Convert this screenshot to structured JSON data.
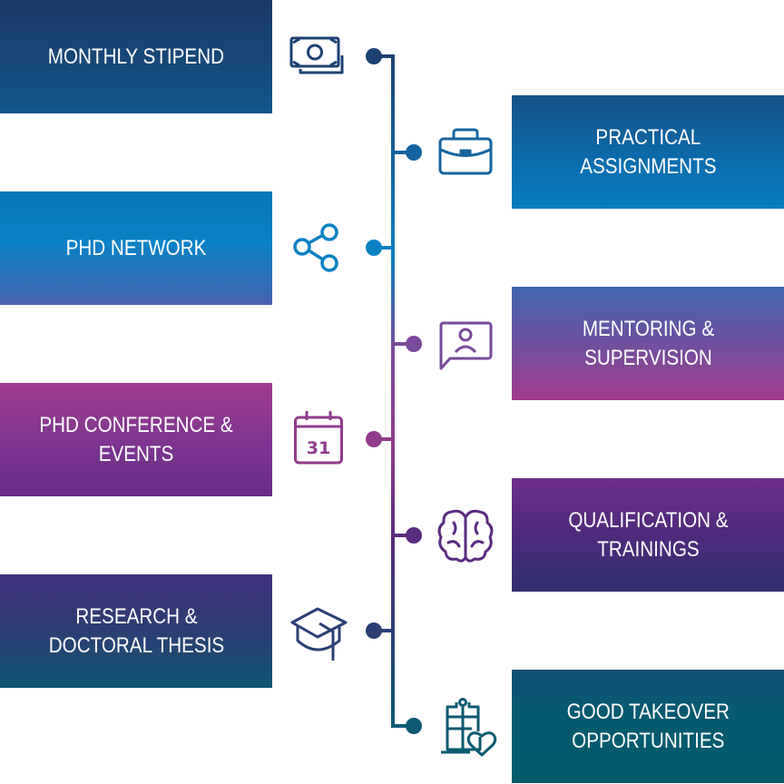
{
  "diagram": {
    "type": "timeline",
    "items": [
      {
        "side": "left",
        "label": "MONTHLY STIPEND",
        "icon": "money-icon",
        "color": "#1b4272"
      },
      {
        "side": "right",
        "label": "PRACTICAL\nASSIGNMENTS",
        "icon": "briefcase-icon",
        "color": "#15639f"
      },
      {
        "side": "left",
        "label": "PHD NETWORK",
        "icon": "share-network-icon",
        "color": "#0a80c2"
      },
      {
        "side": "right",
        "label": "MENTORING &\nSUPERVISION",
        "icon": "chat-person-icon",
        "color": "#7a4a9c"
      },
      {
        "side": "left",
        "label": "PHD CONFERENCE &\nEVENTS",
        "icon": "calendar-icon",
        "color": "#913b8d"
      },
      {
        "side": "right",
        "label": "QUALIFICATION &\nTRAININGS",
        "icon": "brain-icon",
        "color": "#5a2c80"
      },
      {
        "side": "left",
        "label": "RESEARCH &\nDOCTORAL THESIS",
        "icon": "graduation-cap-icon",
        "color": "#2b3f75"
      },
      {
        "side": "right",
        "label": "GOOD TAKEOVER\nOPPORTUNITIES",
        "icon": "job-with-heart-icon",
        "color": "#0b5a72"
      }
    ],
    "calendar_day": "31"
  }
}
